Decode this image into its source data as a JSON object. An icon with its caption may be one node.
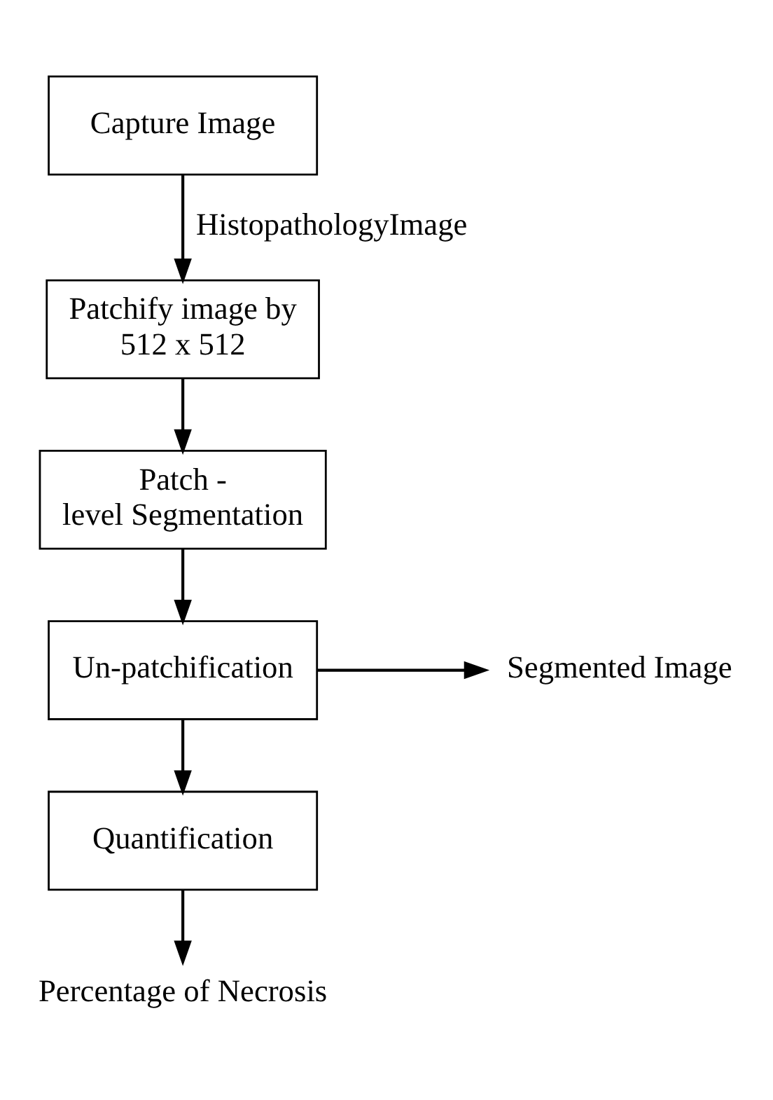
{
  "diagram": {
    "nodes": [
      {
        "text": [
          "Capture Image"
        ]
      },
      {
        "text": [
          "Patchify image by 512 x 512"
        ]
      },
      {
        "text": [
          "Patch - level Segmentation"
        ]
      },
      {
        "text": [
          "Un-patchification"
        ]
      },
      {
        "text": [
          "Quantification"
        ]
      },
      {
        "text": [
          "Segmented Image"
        ]
      },
      {
        "text": [
          "Percentage of Necrosis"
        ]
      }
    ],
    "edges": [
      {
        "from": 0,
        "to": 1,
        "arrow": "to",
        "label": "HistopathologyImage"
      },
      {
        "from": 1,
        "to": 2,
        "arrow": "to"
      },
      {
        "from": 2,
        "to": 3,
        "arrow": "to"
      },
      {
        "from": 3,
        "to": 5,
        "arrow": "to"
      },
      {
        "from": 3,
        "to": 4,
        "arrow": "to"
      },
      {
        "from": 4,
        "to": 6,
        "arrow": "to"
      }
    ]
  }
}
